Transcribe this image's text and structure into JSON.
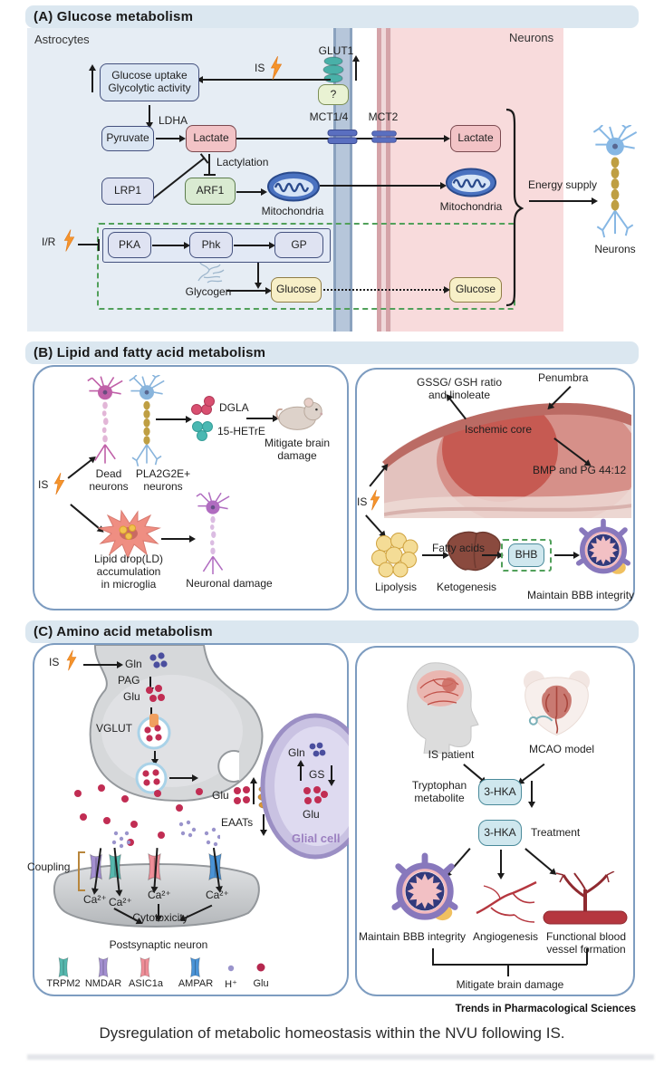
{
  "accents": {
    "header_bg": "#dbe7f0",
    "astro_bg": "#e6edf4",
    "neuron_bg": "#f8dbdc",
    "membrane_blue": "#b6c6da",
    "membrane_pink": "#d5a3a8",
    "dashed_green": "#51a05a",
    "panel_border": "#7d9cc0",
    "bolt_orange": "#f5942c"
  },
  "panelA": {
    "title": "(A) Glucose metabolism",
    "astrocytes": "Astrocytes",
    "neurons_region": "Neurons",
    "glut1": "GLUT1",
    "unknown_transporter": "?",
    "is": "IS",
    "glucose_uptake": "Glucose uptake\nGlycolytic activity",
    "pyruvate": "Pyruvate",
    "ldha": "LDHA",
    "lactate": "Lactate",
    "mct14": "MCT1/4",
    "mct2": "MCT2",
    "lactate_neuron": "Lactate",
    "lactylation": "Lactylation",
    "lrp1": "LRP1",
    "arf1": "ARF1",
    "mitochondria": "Mitochondria",
    "mitochondria_neuron": "Mitochondria",
    "ir": "I/R",
    "pka": "PKA",
    "phk": "Phk",
    "gp": "GP",
    "glycogen": "Glycogen",
    "glucose": "Glucose",
    "glucose_neuron": "Glucose",
    "energy_supply": "Energy supply",
    "neurons_cell": "Neurons"
  },
  "panelB": {
    "title": "(B) Lipid and fatty acid metabolism",
    "left": {
      "is": "IS",
      "dead_neurons": "Dead\nneurons",
      "pla2g2e_neurons": "PLA2G2E+\nneurons",
      "dgla": "DGLA",
      "hetre": "15-HETrE",
      "mitigate_brain_damage": "Mitigate brain\ndamage",
      "lipid_drop": "Lipid drop(LD)\naccumulation\nin microglia",
      "neuronal_damage": "Neuronal damage"
    },
    "right": {
      "gssg_ratio": "GSSG/ GSH ratio\nand linoleate",
      "penumbra": "Penumbra",
      "ischemic_core": "Ischemic core",
      "bmp_pg": "BMP and PG 44:12",
      "is": "IS",
      "lipolysis": "Lipolysis",
      "fatty_acids": "Fatty acids",
      "ketogenesis": "Ketogenesis",
      "bhb": "BHB",
      "maintain_bbb": "Maintain BBB integrity"
    }
  },
  "panelC": {
    "title": "(C) Amino acid metabolism",
    "left": {
      "is": "IS",
      "gln": "Gln",
      "pag": "PAG",
      "glu": "Glu",
      "vglut": "VGLUT",
      "glu_syn": "Glu",
      "eaats": "EAATs",
      "gln_glial": "Gln",
      "gs": "GS",
      "glu_glial": "Glu",
      "glial_cell": "Glial cell",
      "coupling": "Coupling",
      "ca": "Ca²⁺",
      "cytotoxicity": "Cytotoxicity",
      "postsynaptic_neuron": "Postsynaptic neuron",
      "legend": [
        {
          "label": "TRPM2",
          "color": "#56b8ae"
        },
        {
          "label": "NMDAR",
          "color": "#a38fd0"
        },
        {
          "label": "ASIC1a",
          "color": "#ef8e98"
        },
        {
          "label": "AMPAR",
          "color": "#4a93d6"
        },
        {
          "label": "H⁺",
          "color": "#9a94cc"
        },
        {
          "label": "Glu",
          "color": "#b5274e"
        }
      ]
    },
    "right": {
      "is_patient": "IS patient",
      "mcao_model": "MCAO model",
      "tryptophan": "Tryptophan\nmetabolite",
      "hka": "3-HKA",
      "treatment": "Treatment",
      "maintain_bbb": "Maintain BBB integrity",
      "angiogenesis": "Angiogenesis",
      "functional_vessel": "Functional blood\nvessel formation",
      "mitigate": "Mitigate brain damage"
    }
  },
  "journal": "Trends in Pharmacological Sciences",
  "caption": "Dysregulation of metabolic homeostasis within the NVU following IS."
}
